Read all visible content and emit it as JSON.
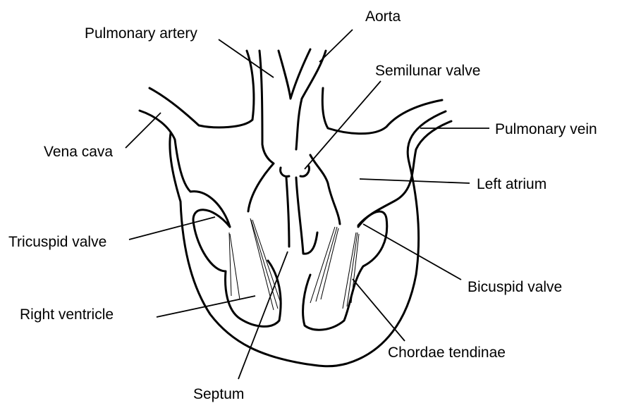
{
  "labels": {
    "pulmonary_artery": "Pulmonary artery",
    "aorta": "Aorta",
    "semilunar_valve": "Semilunar valve",
    "pulmonary_vein": "Pulmonary vein",
    "vena_cava": "Vena cava",
    "left_atrium": "Left atrium",
    "tricuspid_valve": "Tricuspid valve",
    "bicuspid_valve": "Bicuspid valve",
    "right_ventricle": "Right ventricle",
    "chordae_tendinae": "Chordae tendinae",
    "septum": "Septum"
  }
}
